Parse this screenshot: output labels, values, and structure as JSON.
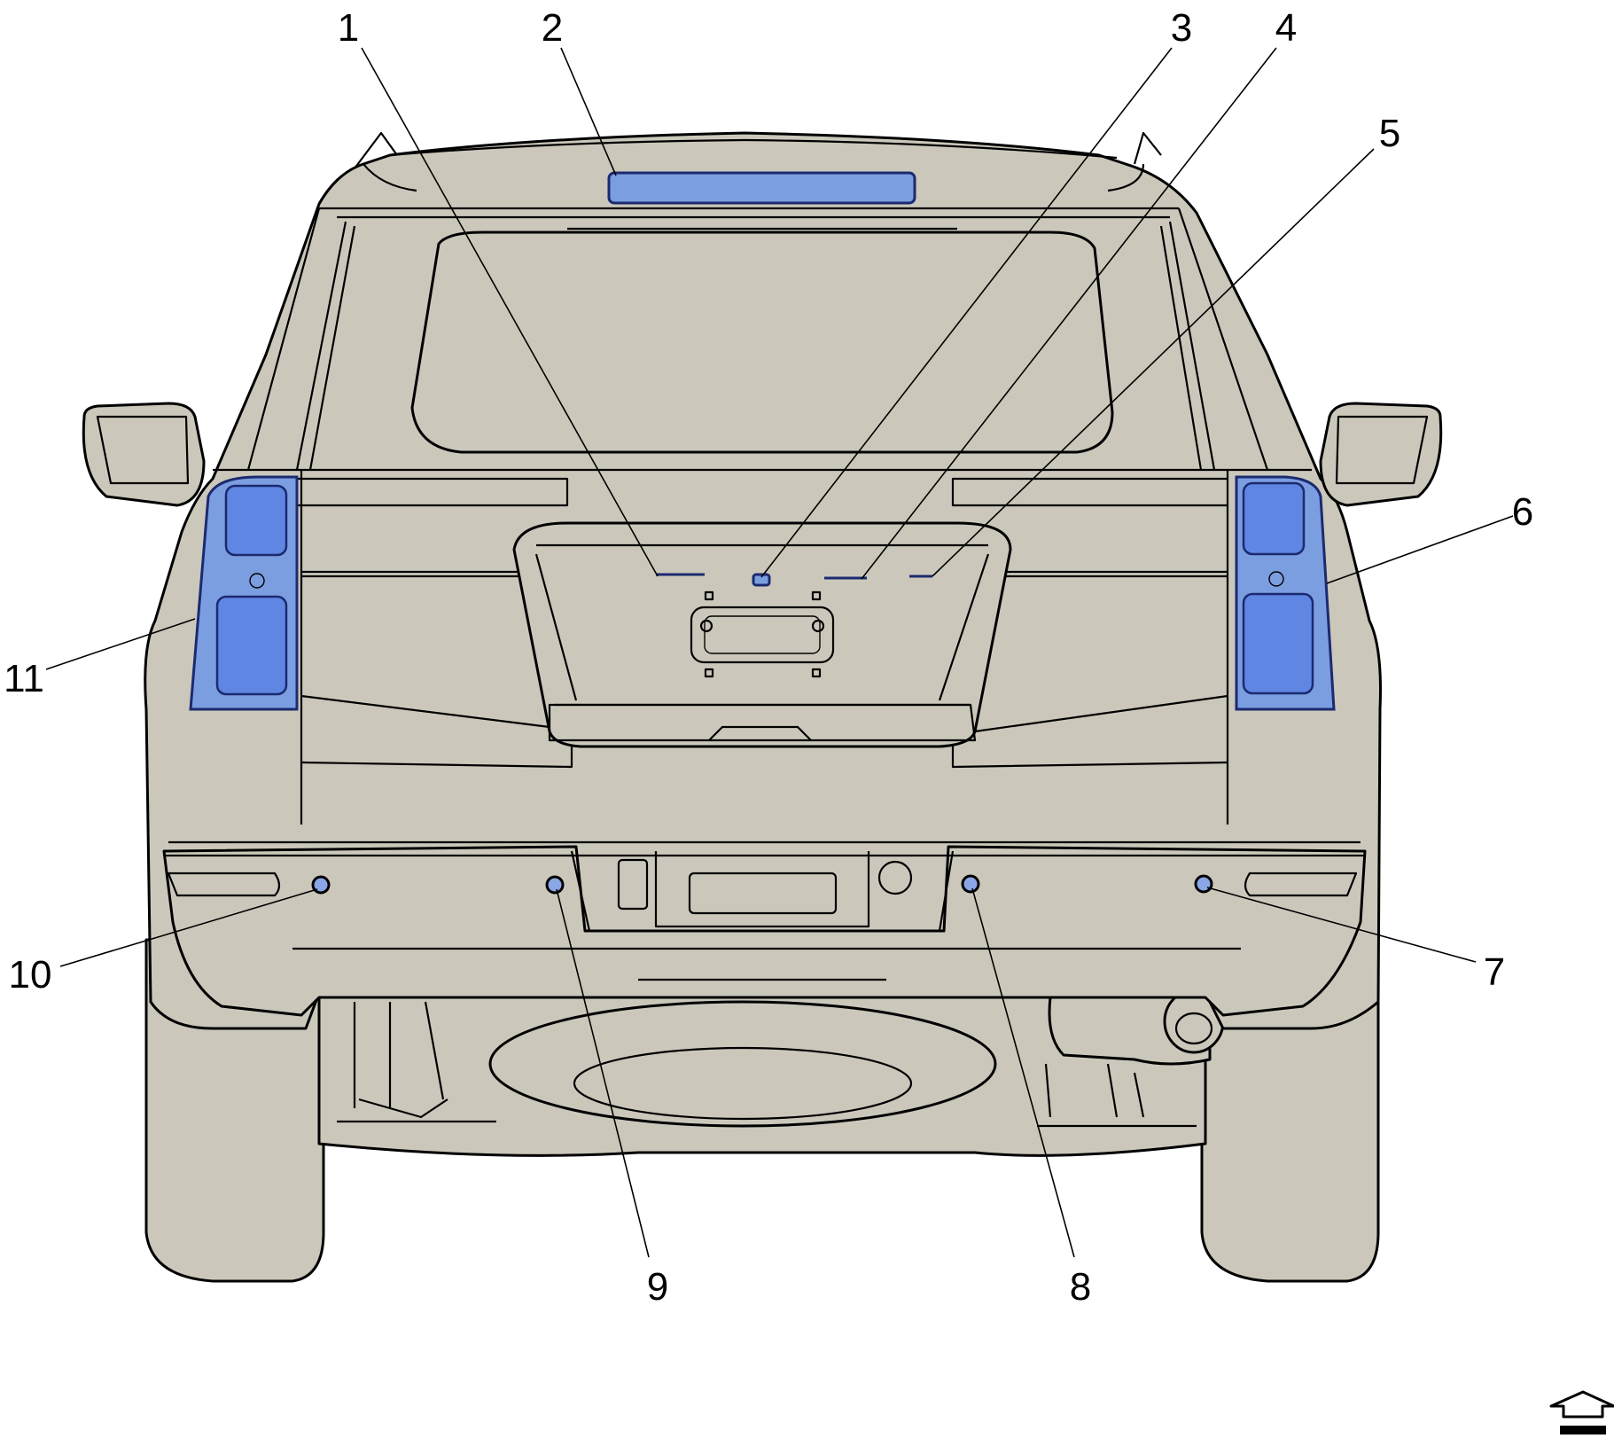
{
  "diagram": {
    "view": "rear view of vehicle",
    "colors": {
      "body": "#cbc8bb",
      "highlight": "#7b9ee0",
      "outline": "#000000"
    },
    "callouts": [
      {
        "id": "1",
        "label": "1"
      },
      {
        "id": "2",
        "label": "2"
      },
      {
        "id": "3",
        "label": "3"
      },
      {
        "id": "4",
        "label": "4"
      },
      {
        "id": "5",
        "label": "5"
      },
      {
        "id": "6",
        "label": "6"
      },
      {
        "id": "7",
        "label": "7"
      },
      {
        "id": "8",
        "label": "8"
      },
      {
        "id": "9",
        "label": "9"
      },
      {
        "id": "10",
        "label": "10"
      },
      {
        "id": "11",
        "label": "11"
      }
    ],
    "icons": {
      "orientation": "forward-arrow-icon"
    }
  }
}
